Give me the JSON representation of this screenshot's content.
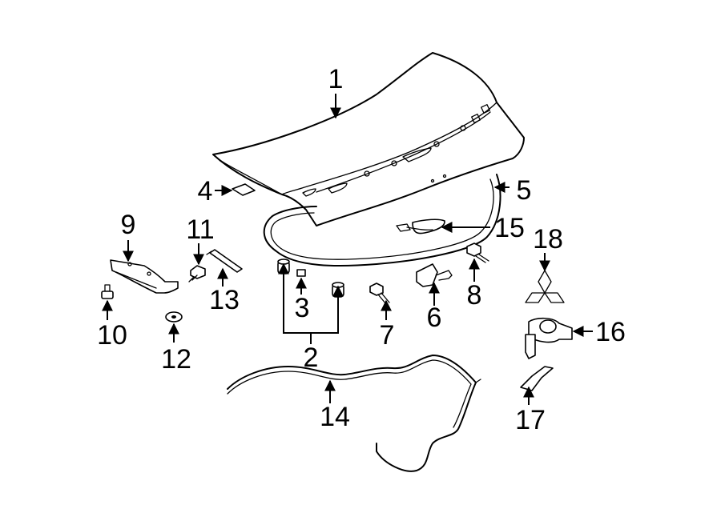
{
  "callouts": [
    {
      "id": "1",
      "label": "1"
    },
    {
      "id": "2",
      "label": "2"
    },
    {
      "id": "3",
      "label": "3"
    },
    {
      "id": "4",
      "label": "4"
    },
    {
      "id": "5",
      "label": "5"
    },
    {
      "id": "6",
      "label": "6"
    },
    {
      "id": "7",
      "label": "7"
    },
    {
      "id": "8",
      "label": "8"
    },
    {
      "id": "9",
      "label": "9"
    },
    {
      "id": "10",
      "label": "10"
    },
    {
      "id": "11",
      "label": "11"
    },
    {
      "id": "12",
      "label": "12"
    },
    {
      "id": "13",
      "label": "13"
    },
    {
      "id": "14",
      "label": "14"
    },
    {
      "id": "15",
      "label": "15"
    },
    {
      "id": "16",
      "label": "16"
    },
    {
      "id": "17",
      "label": "17"
    },
    {
      "id": "18",
      "label": "18"
    }
  ],
  "parts": [
    "trunk-lid",
    "bumper-pair",
    "bumper",
    "pad",
    "weatherstrip",
    "latch",
    "bolt-7",
    "bolt-8",
    "bracket",
    "clip-10",
    "bolt-11",
    "grommet",
    "support-rod",
    "release-cable",
    "handle",
    "lock-cylinder",
    "clip-17",
    "emblem"
  ],
  "colors": {
    "line": "#000000",
    "background": "#ffffff"
  }
}
